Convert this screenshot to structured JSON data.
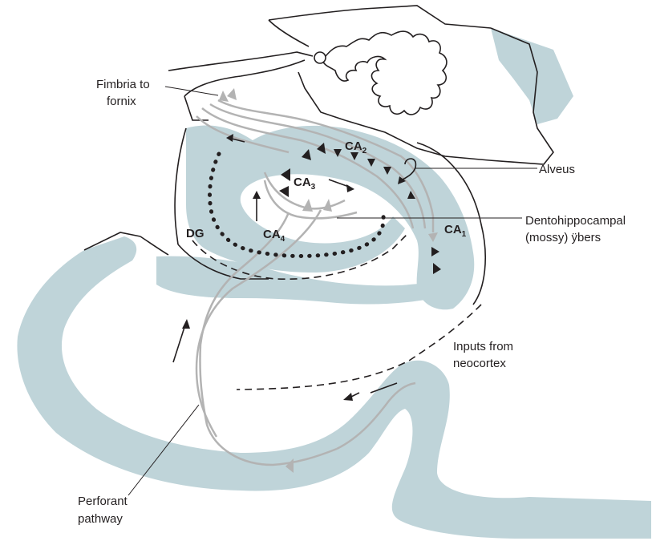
{
  "colors": {
    "tissue": "#bfd4d9",
    "outline": "#231f20",
    "pathway": "#b3b3b3",
    "background": "#ffffff"
  },
  "labels": {
    "fimbria_line1": "Fimbria to",
    "fimbria_line2": "fornix",
    "alveus": "Alveus",
    "dentohippocampal_line1": "Dentohippocampal",
    "dentohippocampal_line2": "(mossy) ÿbers",
    "inputs_line1": "Inputs from",
    "inputs_line2": "neocortex",
    "perforant_line1": "Perforant",
    "perforant_line2": "pathway"
  },
  "regions": {
    "ca2": {
      "main": "CA",
      "sub": "2"
    },
    "ca3": {
      "main": "CA",
      "sub": "3"
    },
    "ca4": {
      "main": "CA",
      "sub": "4"
    },
    "ca1": {
      "main": "CA",
      "sub": "1"
    },
    "dg": "DG"
  }
}
